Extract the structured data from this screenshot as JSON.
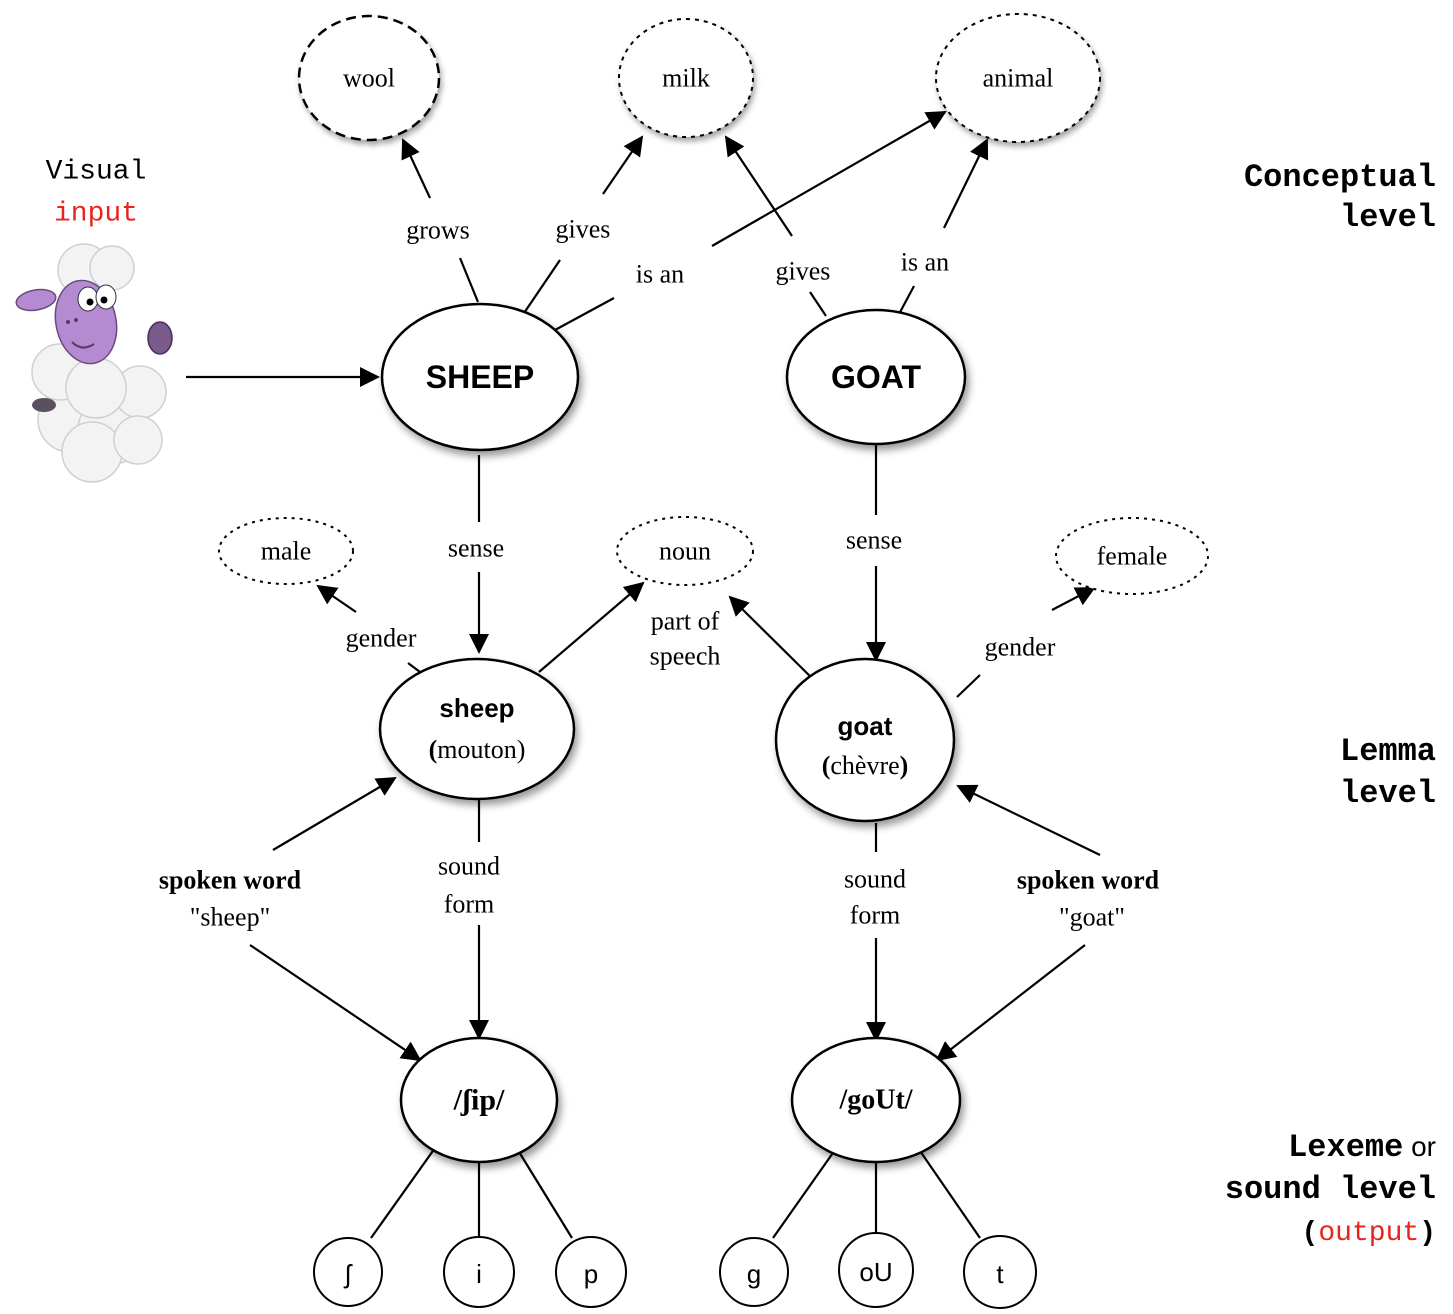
{
  "colors": {
    "ink": "#000000",
    "accent": "#e8241c",
    "sheep_face": "#b48ad0",
    "wool": "#f2f2f2"
  },
  "levels": {
    "conceptual": [
      "Conceptual",
      "level"
    ],
    "lemma": [
      "Lemma",
      "level"
    ],
    "lexeme_bold": "Lexeme",
    "lexeme_or": " or",
    "sound_level": "sound level",
    "output_open": "(",
    "output_word": "output",
    "output_close": ")"
  },
  "visual_input": {
    "line1": "Visual",
    "line2": "input",
    "image": "cartoon-sheep-icon"
  },
  "nodes": {
    "wool": "wool",
    "milk": "milk",
    "animal": "animal",
    "SHEEP": "SHEEP",
    "GOAT": "GOAT",
    "male": "male",
    "noun": "noun",
    "female": "female",
    "sheep_word": "sheep",
    "sheep_fr": "mouton",
    "goat_word": "goat",
    "goat_fr": "chèvre",
    "sheep_phon": "/ʃip/",
    "goat_phon": "/goUt/",
    "ph_sh": "ʃ",
    "ph_i": "i",
    "ph_p": "p",
    "ph_g": "g",
    "ph_oU": "oU",
    "ph_t": "t"
  },
  "edges": {
    "grows": "grows",
    "gives_sheep": "gives",
    "is_an_sheep": "is an",
    "gives_goat": "gives",
    "is_an_goat": "is an",
    "sense_sheep": "sense",
    "sense_goat": "sense",
    "gender_sheep": "gender",
    "gender_goat": "gender",
    "pos_1": "part of",
    "pos_2": "speech",
    "sound_1": "sound",
    "sound_2": "form",
    "sound_goat_1": "sound",
    "sound_goat_2": "form",
    "spoken_word": "spoken word",
    "spoken_sheep": "\"sheep\"",
    "spoken_word_goat": "spoken word",
    "spoken_goat": "\"goat\""
  }
}
